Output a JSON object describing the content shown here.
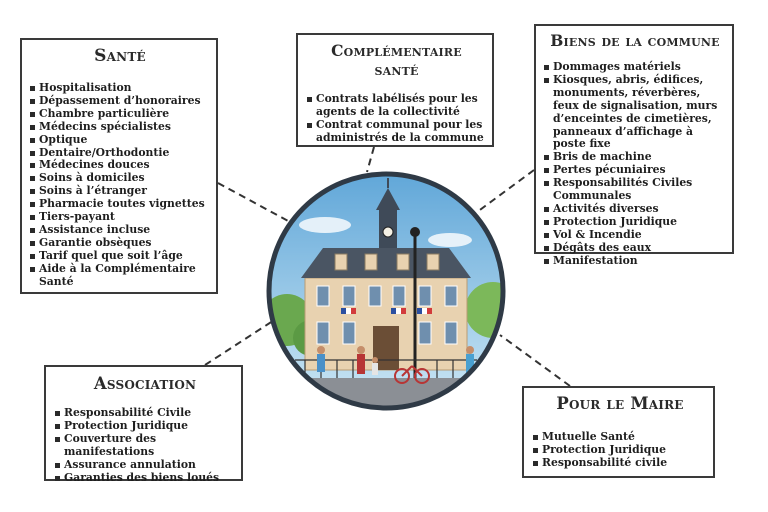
{
  "boxes": {
    "sante": {
      "title": "Santé",
      "items": [
        "Hospitalisation",
        "Dépassement d’honoraires",
        "Chambre particulière",
        "Médecins spécialistes",
        "Optique",
        "Dentaire/Orthodontie",
        "Médecines douces",
        "Soins à domiciles",
        "Soins à l’étranger",
        "Pharmacie toutes vignettes",
        "Tiers-payant",
        "Assistance incluse",
        "Garantie obsèques",
        "Tarif quel que soit l’âge",
        "Aide à la Complémentaire Santé"
      ]
    },
    "complementaire": {
      "title": "Complémentaire santé",
      "items": [
        "Contrats labélisés pour les agents de la collectivité",
        "Contrat communal pour les administrés de la commune"
      ]
    },
    "biens": {
      "title": "Biens de la commune",
      "items": [
        "Dommages matériels",
        "Kiosques, abris, édifices, monuments, réverbères, feux de signalisation, murs d’enceintes de cimetières, panneaux d’affichage à poste fixe",
        "Bris de machine",
        "Pertes pécuniaires",
        "Responsabilités Civiles Communales",
        "Activités diverses",
        "Protection Juridique",
        "Vol & Incendie",
        "Dégâts des eaux",
        "Manifestation"
      ]
    },
    "association": {
      "title": "Association",
      "items": [
        "Responsabilité Civile",
        "Protection Juridique",
        "Couverture des manifestations",
        "Assurance annulation",
        "Garanties des biens loués"
      ]
    },
    "maire": {
      "title": "Pour le Maire",
      "items": [
        "Mutuelle Santé",
        "Protection Juridique",
        "Responsabilité civile"
      ]
    }
  },
  "colors": {
    "border": "#3a3a3a",
    "sky": "#8fc7e8",
    "building": "#e8d2b0",
    "roof": "#4a5563"
  }
}
